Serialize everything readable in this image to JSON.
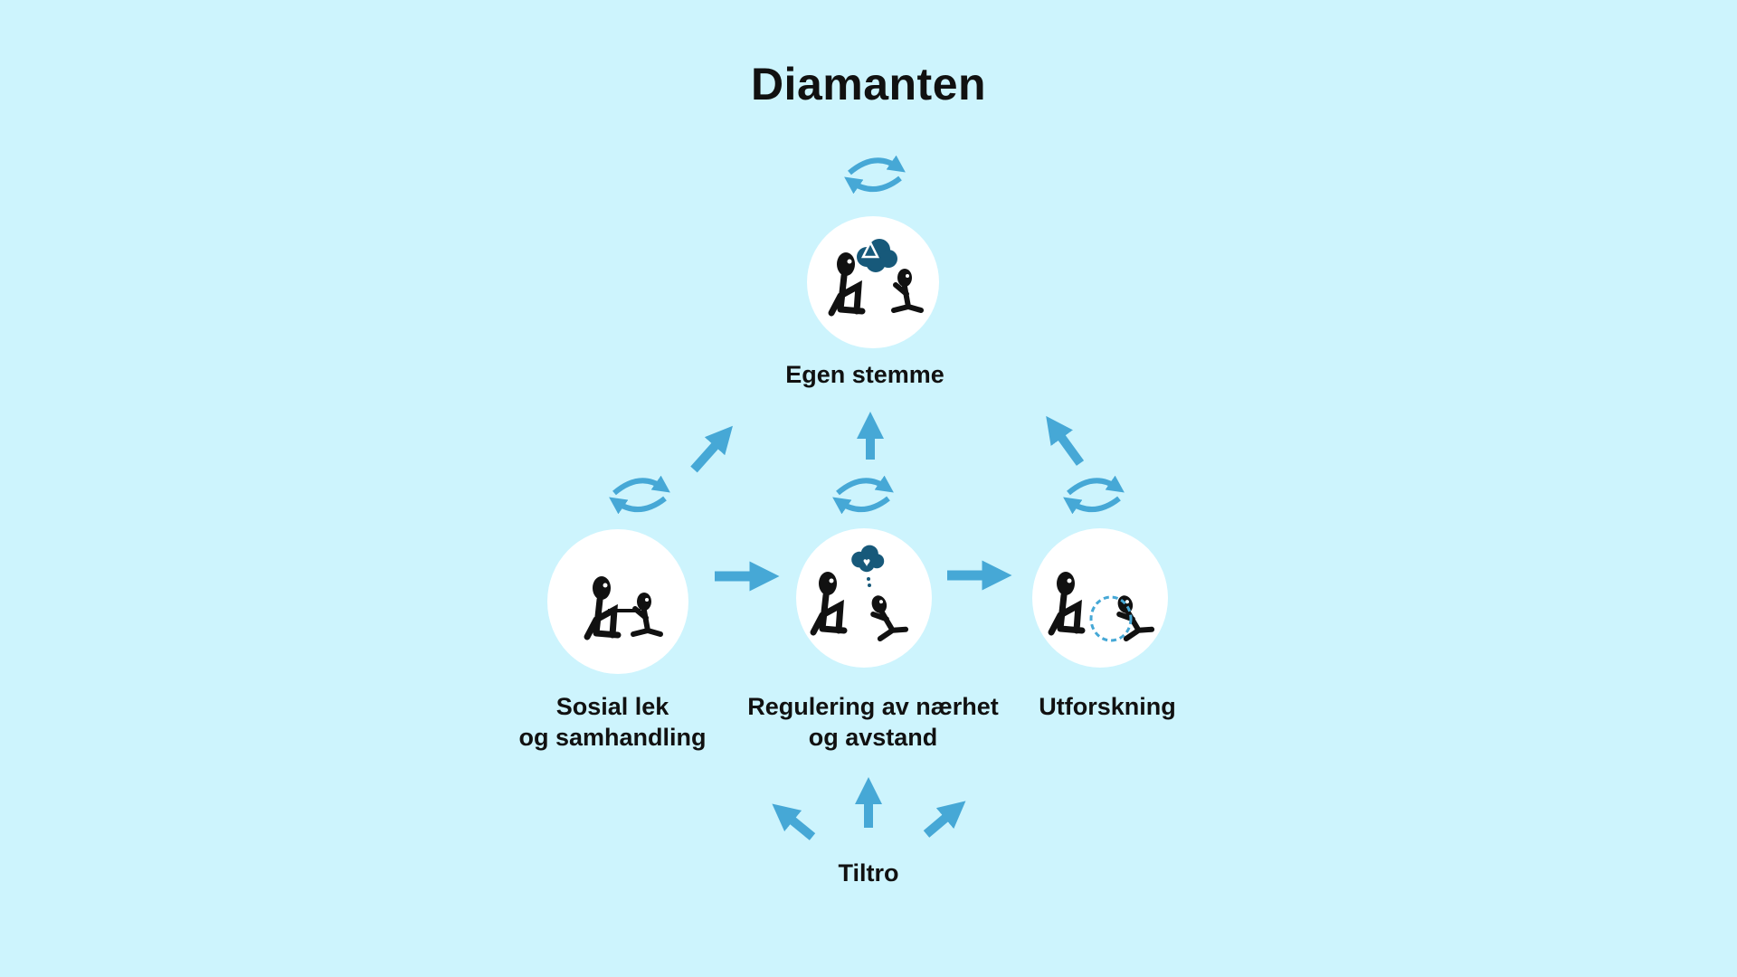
{
  "title": "Diamanten",
  "nodes": {
    "top": {
      "label": "Egen stemme"
    },
    "left": {
      "line1": "Sosial lek",
      "line2": "og samhandling"
    },
    "middle": {
      "line1": "Regulering av nærhet",
      "line2": "og avstand"
    },
    "right": {
      "label": "Utforskning"
    }
  },
  "base": {
    "label": "Tiltro"
  },
  "colors": {
    "background": "#cdf4fd",
    "arrow": "#46a8d6",
    "cloud": "#17597a",
    "circle": "#ffffff"
  },
  "icons": [
    "cycle-arrows-icon",
    "arrow-icon",
    "thought-cloud-icon",
    "stick-figure-icon"
  ]
}
